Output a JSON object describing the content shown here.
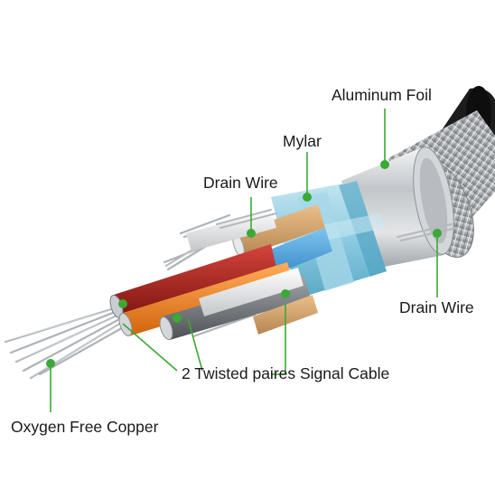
{
  "labels": {
    "aluminum_foil": "Aluminum Foil",
    "mylar": "Mylar",
    "drain_wire_left": "Drain Wire",
    "drain_wire_right": "Drain Wire",
    "twisted_pairs": "2 Twisted paires Signal Cable",
    "oxygen_free_copper": "Oxygen Free Copper"
  },
  "colors": {
    "callout_green": "#3aa935",
    "jacket": "#1c1c1c",
    "braid": "#b9bcbf",
    "foil": "#c9ccd0",
    "mylar": "#8fcbe0",
    "wire_red": "#a8201c",
    "wire_orange": "#ee7a1a",
    "wire_blue": "#2d93d8",
    "wire_gray": "#6f7377",
    "wire_white": "#e8e8e8",
    "copper_strand": "#aeb3b8"
  }
}
